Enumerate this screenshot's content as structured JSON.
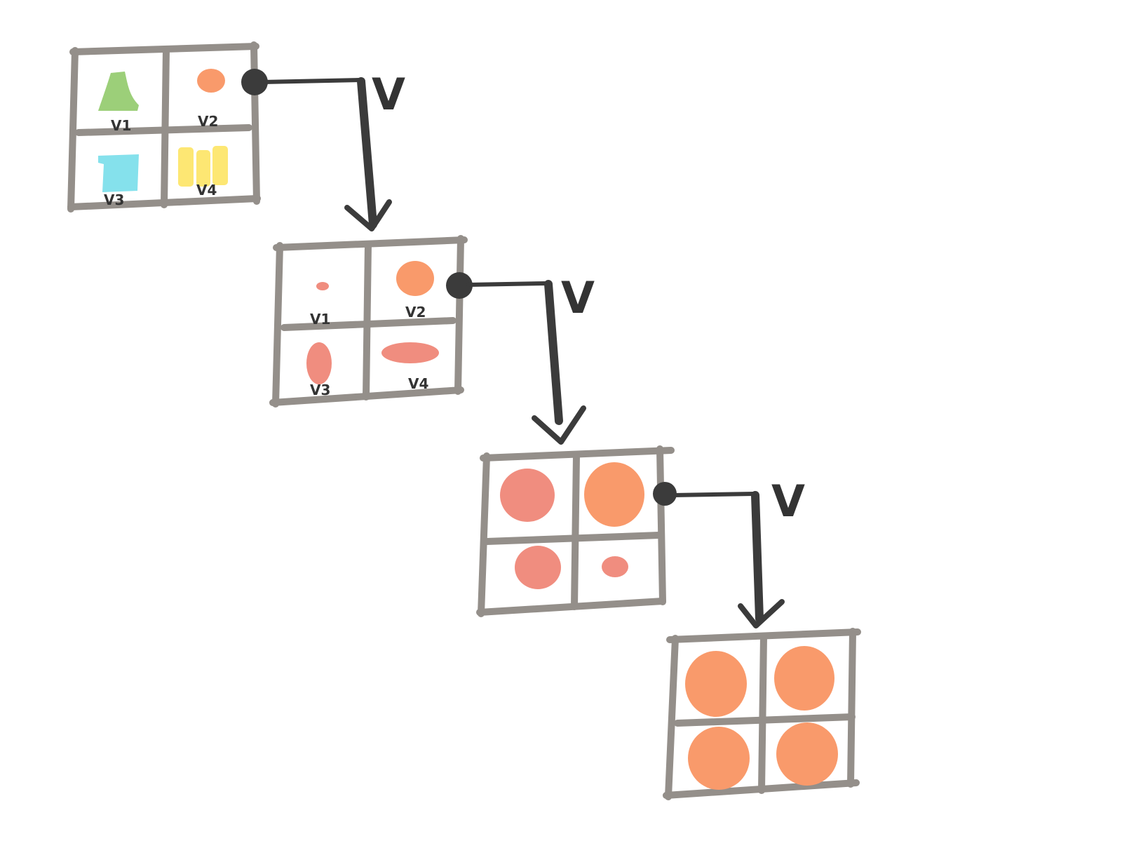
{
  "operator_label": "V",
  "grids": [
    {
      "cells": [
        {
          "label": "V1",
          "shape": "green-trapezoid",
          "color": "#9ccf79"
        },
        {
          "label": "V2",
          "shape": "small-orange-blob",
          "color": "#f99a6b"
        },
        {
          "label": "V3",
          "shape": "cyan-square",
          "color": "#85e1ec"
        },
        {
          "label": "V4",
          "shape": "yellow-bars",
          "color": "#fde773"
        }
      ]
    },
    {
      "cells": [
        {
          "label": "V1",
          "shape": "tiny-dot",
          "color": "#f08d7f"
        },
        {
          "label": "V2",
          "shape": "orange-circle",
          "color": "#f99a6b"
        },
        {
          "label": "V3",
          "shape": "vertical-oval",
          "color": "#f08d7f"
        },
        {
          "label": "V4",
          "shape": "horizontal-oval",
          "color": "#f08d7f"
        }
      ]
    },
    {
      "cells": [
        {
          "label": "",
          "shape": "large-blob",
          "color": "#f08d7f"
        },
        {
          "label": "",
          "shape": "large-blob",
          "color": "#f99a6b"
        },
        {
          "label": "",
          "shape": "medium-blob",
          "color": "#f08d7f"
        },
        {
          "label": "",
          "shape": "small-blob",
          "color": "#f08d7f"
        }
      ]
    },
    {
      "cells": [
        {
          "label": "",
          "shape": "large-blob",
          "color": "#f99a6b"
        },
        {
          "label": "",
          "shape": "large-blob",
          "color": "#f99a6b"
        },
        {
          "label": "",
          "shape": "large-blob",
          "color": "#f99a6b"
        },
        {
          "label": "",
          "shape": "large-blob",
          "color": "#f99a6b"
        }
      ]
    }
  ],
  "colors": {
    "grid": "#948f8a",
    "arrow": "#3b3b3b"
  }
}
